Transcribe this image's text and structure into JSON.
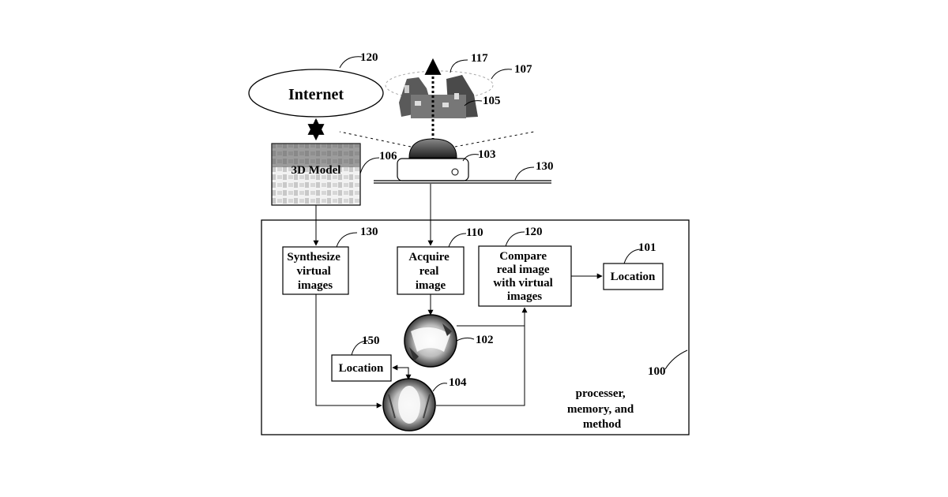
{
  "colors": {
    "ink": "#000000",
    "paper": "#ffffff",
    "gray": "#9a9a9a",
    "dark": "#333333"
  },
  "nodes": {
    "internet": {
      "label": "Internet",
      "ref": "120"
    },
    "model": {
      "label": "3D Model",
      "ref": "106"
    },
    "scene": {
      "ref_arrow": "117",
      "ref_ring": "107",
      "ref_scene": "105"
    },
    "device": {
      "ref": "103"
    },
    "rail": {
      "ref": "130"
    },
    "system": {
      "ref": "100",
      "caption": [
        "processer,",
        "memory, and",
        "method"
      ]
    },
    "synthesize": {
      "lines": [
        "Synthesize",
        "virtual",
        "images"
      ],
      "ref": "130"
    },
    "acquire": {
      "lines": [
        "Acquire",
        "real",
        "image"
      ],
      "ref": "110"
    },
    "compare": {
      "lines": [
        "Compare",
        "real image",
        "with virtual",
        "images"
      ],
      "ref": "120"
    },
    "location_out": {
      "label": "Location",
      "ref": "101"
    },
    "location_est": {
      "label": "Location",
      "ref": "150"
    },
    "real_fisheye": {
      "ref": "102"
    },
    "virtual_fisheye": {
      "ref": "104"
    }
  }
}
